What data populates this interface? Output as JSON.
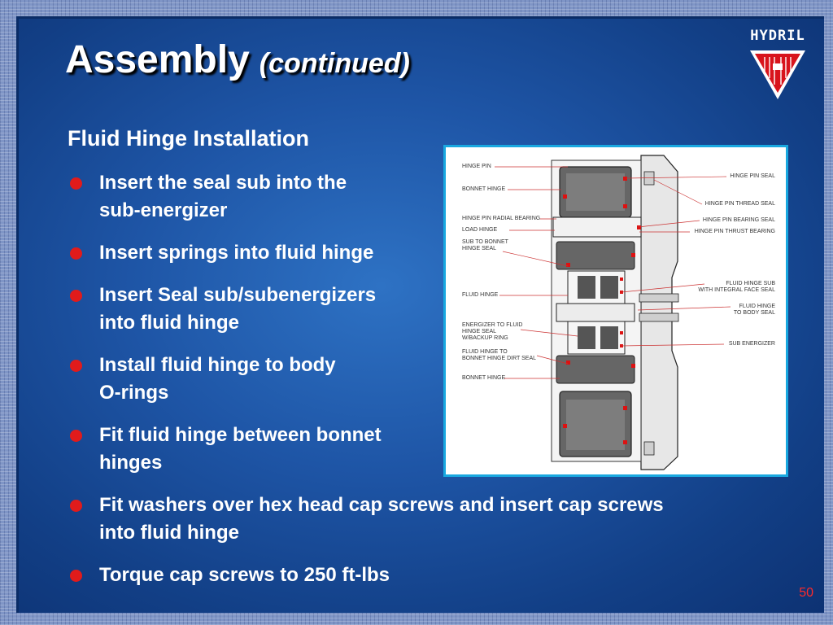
{
  "slide": {
    "title": "Assembly",
    "title_suffix": "(continued)",
    "logo_text": "HYDRIL",
    "subheading": "Fluid Hinge Installation",
    "bullets": [
      {
        "line1": "Insert the seal sub into the",
        "line2": "sub-energizer"
      },
      {
        "line1": "Insert springs into fluid hinge"
      },
      {
        "line1": "Insert Seal sub/subenergizers",
        "line2": "into fluid hinge"
      },
      {
        "line1": "Install fluid hinge to body",
        "line2": "O-rings"
      },
      {
        "line1": "Fit fluid hinge between bonnet",
        "line2": "hinges"
      },
      {
        "line1": "Fit washers over hex head cap screws and insert cap screws",
        "line2": "into fluid hinge"
      },
      {
        "line1": "Torque cap screws to 250 ft-lbs"
      }
    ],
    "page_number": "50"
  },
  "diagram": {
    "left_labels": [
      {
        "line1": "HINGE PIN"
      },
      {
        "line1": "BONNET HINGE"
      },
      {
        "line1": "HINGE PIN RADIAL BEARING"
      },
      {
        "line1": "LOAD HINGE"
      },
      {
        "line1": "SUB TO BONNET",
        "line2": "HINGE SEAL"
      },
      {
        "line1": "FLUID HINGE"
      },
      {
        "line1": "ENERGIZER TO FLUID",
        "line2": "HINGE SEAL",
        "line3": "W/BACKUP RING"
      },
      {
        "line1": "FLUID HINGE TO",
        "line2": "BONNET HINGE DIRT SEAL"
      },
      {
        "line1": "BONNET HINGE"
      }
    ],
    "right_labels": [
      {
        "line1": "HINGE PIN SEAL"
      },
      {
        "line1": "HINGE PIN THREAD SEAL"
      },
      {
        "line1": "HINGE PIN BEARING SEAL"
      },
      {
        "line1": "HINGE PIN THRUST BEARING"
      },
      {
        "line1": "FLUID HINGE SUB",
        "line2": "WITH INTEGRAL FACE SEAL"
      },
      {
        "line1": "FLUID HINGE",
        "line2": "TO BODY SEAL"
      },
      {
        "line1": "SUB ENERGIZER"
      }
    ]
  }
}
